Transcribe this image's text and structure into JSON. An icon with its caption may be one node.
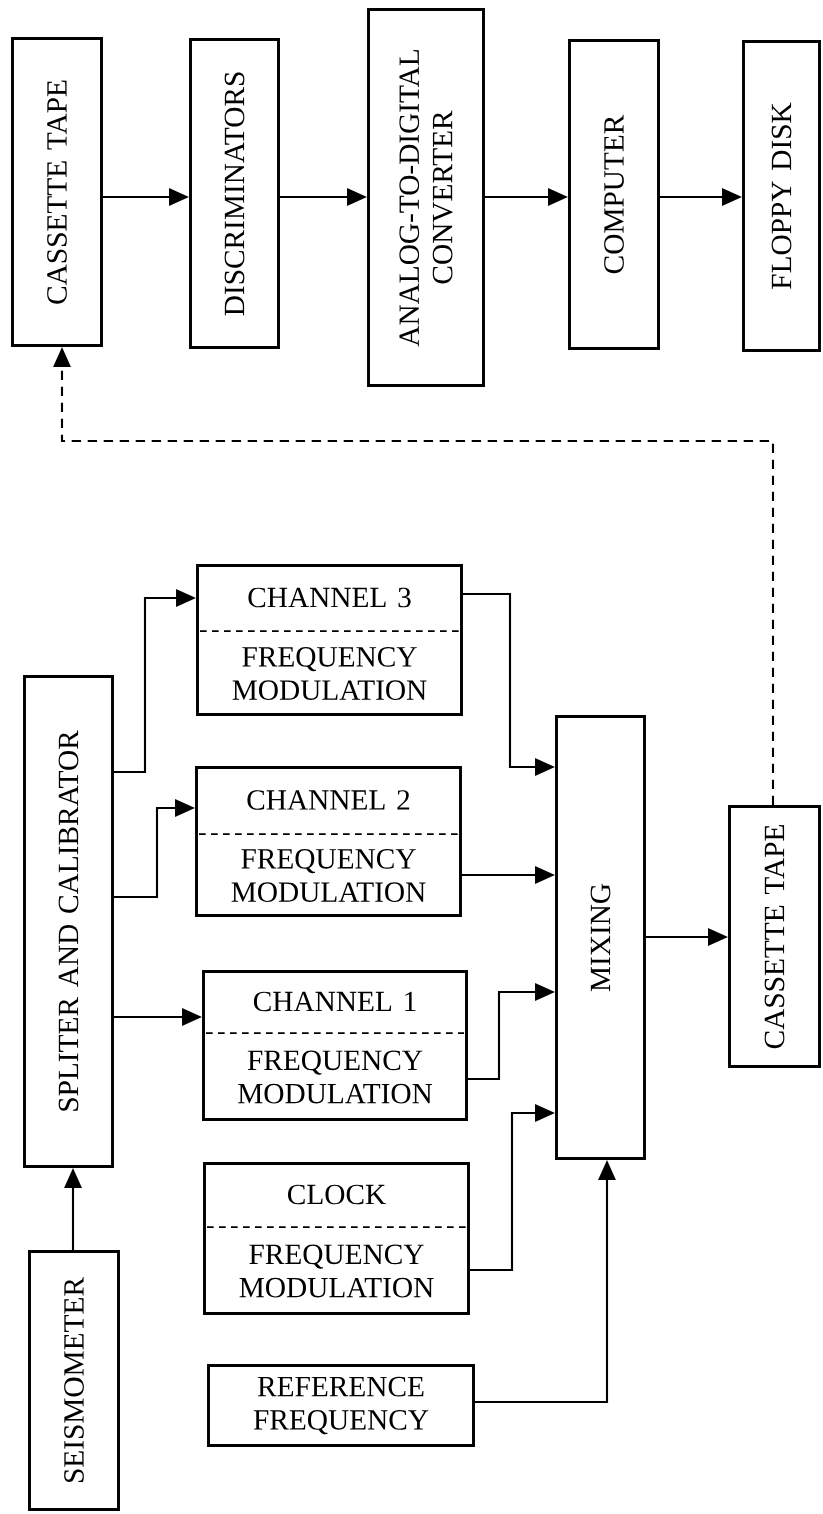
{
  "diagram": {
    "nodes": [
      {
        "text": [
          "CASSETTE TAPE"
        ]
      },
      {
        "text": [
          "DISCRIMINATORS"
        ]
      },
      {
        "text": [
          "ANALOG-TO-DIGITAL CONVERTER"
        ]
      },
      {
        "text": [
          "COMPUTER"
        ]
      },
      {
        "text": [
          "FLOPPY DISK"
        ]
      },
      {
        "text": [
          "SPLITER AND CALIBRATOR"
        ]
      },
      {
        "text": [
          "CHANNEL 3",
          "FREQUENCY MODULATION"
        ]
      },
      {
        "text": [
          "CHANNEL 2",
          "FREQUENCY MODULATION"
        ]
      },
      {
        "text": [
          "CHANNEL 1",
          "FREQUENCY MODULATION"
        ]
      },
      {
        "text": [
          "CLOCK",
          "FREQUENCY MODULATION"
        ]
      },
      {
        "text": [
          "REFERENCE FREQUENCY"
        ]
      },
      {
        "text": [
          "MIXING"
        ]
      },
      {
        "text": [
          "CASSETTE TAPE"
        ]
      },
      {
        "text": [
          "SEISMOMETER"
        ]
      }
    ],
    "edges": [
      {
        "from": 0,
        "to": 1,
        "arrow": "to"
      },
      {
        "from": 1,
        "to": 2,
        "arrow": "to"
      },
      {
        "from": 2,
        "to": 3,
        "arrow": "to"
      },
      {
        "from": 3,
        "to": 4,
        "arrow": "to"
      },
      {
        "from": 13,
        "to": 5,
        "arrow": "to"
      },
      {
        "from": 5,
        "to": 6,
        "arrow": "to"
      },
      {
        "from": 5,
        "to": 7,
        "arrow": "to"
      },
      {
        "from": 5,
        "to": 8,
        "arrow": "to"
      },
      {
        "from": 6,
        "to": 11,
        "arrow": "to"
      },
      {
        "from": 7,
        "to": 11,
        "arrow": "to"
      },
      {
        "from": 8,
        "to": 11,
        "arrow": "to"
      },
      {
        "from": 9,
        "to": 11,
        "arrow": "to"
      },
      {
        "from": 10,
        "to": 11,
        "arrow": "to"
      },
      {
        "from": 11,
        "to": 12,
        "arrow": "to"
      },
      {
        "from": 12,
        "to": 0,
        "arrow": "to",
        "style": "dashed"
      }
    ]
  }
}
